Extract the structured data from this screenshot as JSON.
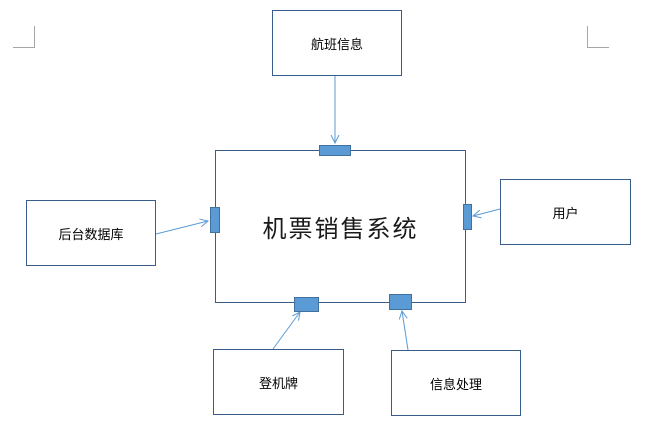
{
  "diagram": {
    "system": {
      "label": "机票销售系统"
    },
    "nodes": {
      "flight_info": {
        "label": "航班信息"
      },
      "backend_db": {
        "label": "后台数据库"
      },
      "user": {
        "label": "用户"
      },
      "boarding_pass": {
        "label": "登机牌"
      },
      "info_processing": {
        "label": "信息处理"
      }
    },
    "edges": [
      {
        "from": "flight_info",
        "to": "system"
      },
      {
        "from": "backend_db",
        "to": "system"
      },
      {
        "from": "user",
        "to": "system"
      },
      {
        "from": "boarding_pass",
        "to": "system"
      },
      {
        "from": "info_processing",
        "to": "system"
      }
    ]
  },
  "colors": {
    "box_border": "#385d8a",
    "arrow": "#5b9bd5",
    "port_fill": "#5b9bd5",
    "margin_mark": "#a6a6a6"
  }
}
